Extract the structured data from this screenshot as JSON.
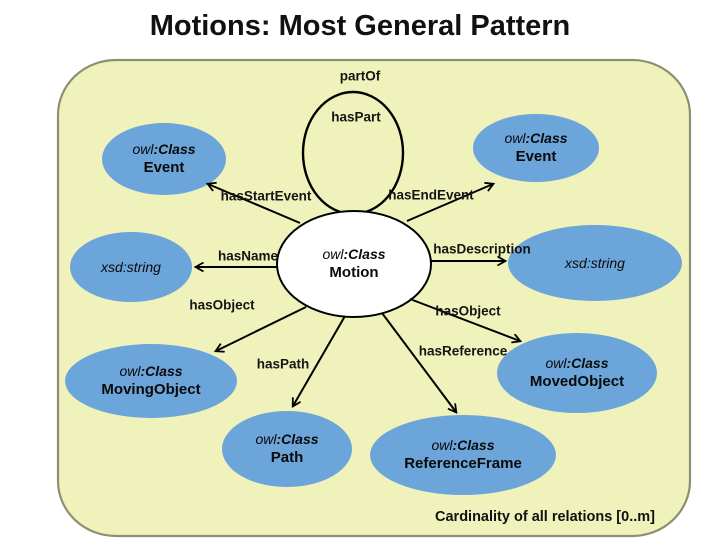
{
  "title": "Motions: Most General Pattern",
  "footer": "Cardinality of all relations [0..m]",
  "colors": {
    "panel_bg": "#f0f2bb",
    "panel_border": "#8e8e72",
    "node_blue": "#6ba5d9",
    "center_node_bg": "#ffffff",
    "line": "#000000"
  },
  "nodes": {
    "motion": {
      "prefix": "owl",
      "classword": ":Class",
      "name": "Motion"
    },
    "event_left": {
      "prefix": "owl",
      "classword": ":Class",
      "name": "Event"
    },
    "event_right": {
      "prefix": "owl",
      "classword": ":Class",
      "name": "Event"
    },
    "string_left": {
      "label": "xsd:string"
    },
    "string_right": {
      "label": "xsd:string"
    },
    "moving_object": {
      "prefix": "owl",
      "classword": ":Class",
      "name": "MovingObject"
    },
    "moved_object": {
      "prefix": "owl",
      "classword": ":Class",
      "name": "MovedObject"
    },
    "path": {
      "prefix": "owl",
      "classword": ":Class",
      "name": "Path"
    },
    "reference_frame": {
      "prefix": "owl",
      "classword": ":Class",
      "name": "ReferenceFrame"
    }
  },
  "labels": {
    "part_of": "partOf",
    "has_part": "hasPart",
    "has_start_event": "hasStartEvent",
    "has_end_event": "hasEndEvent",
    "has_name": "hasName",
    "has_description": "hasDescription",
    "has_object_left": "hasObject",
    "has_object_right": "hasObject",
    "has_path": "hasPath",
    "has_reference": "hasReference"
  }
}
